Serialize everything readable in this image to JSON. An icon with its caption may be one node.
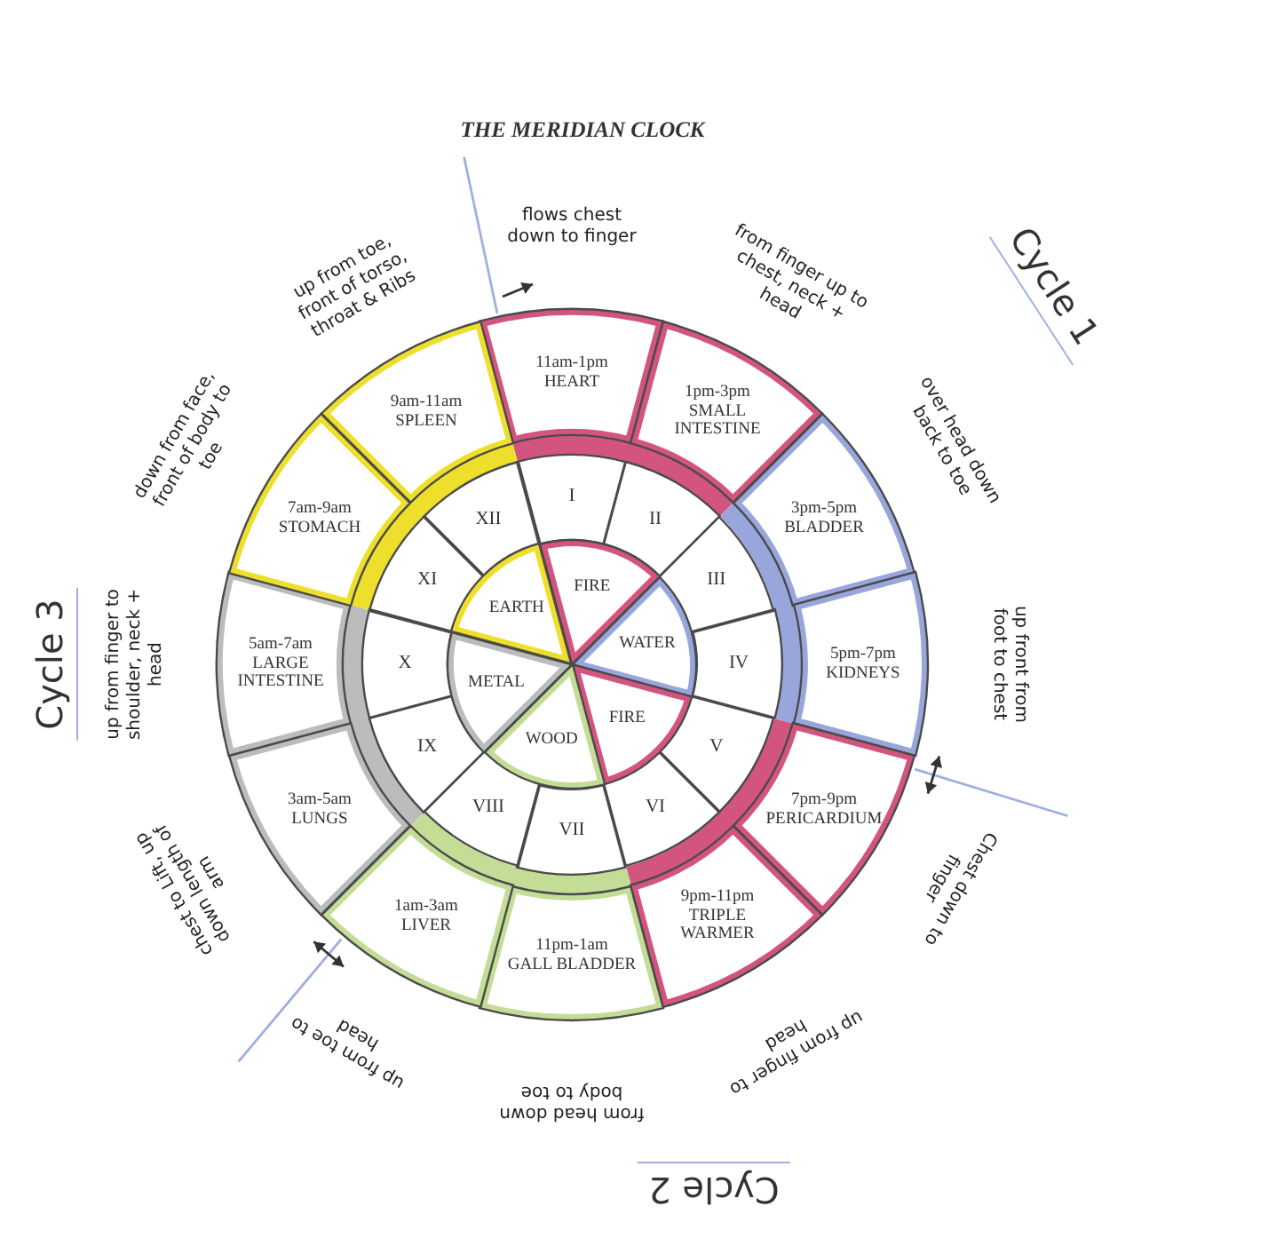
{
  "diagram": {
    "title": "THE MERIDIAN CLOCK",
    "nodes": [
      {
        "text": [
          "11am-1pm",
          "HEART"
        ],
        "beside": [
          "flows chest down to finger"
        ]
      },
      {
        "text": [
          "1pm-3pm",
          "SMALL INTESTINE"
        ],
        "beside": [
          "from finger up to chest, neck + head"
        ]
      },
      {
        "text": [
          "3pm-5pm",
          "BLADDER"
        ],
        "beside": [
          "over head down back to toe"
        ]
      },
      {
        "text": [
          "5pm-7pm",
          "KIDNEYS"
        ],
        "beside": [
          "up front from foot to chest"
        ]
      },
      {
        "text": [
          "7pm-9pm",
          "PERICARDIUM"
        ],
        "beside": [
          "Chest down to finger"
        ]
      },
      {
        "text": [
          "9pm-11pm",
          "TRIPLE WARMER"
        ],
        "beside": [
          "up from finger to head"
        ]
      },
      {
        "text": [
          "11pm-1am",
          "GALL BLADDER"
        ],
        "beside": [
          "from head down body to toe"
        ]
      },
      {
        "text": [
          "1am-3am",
          "LIVER"
        ],
        "beside": [
          "up from toe to head"
        ]
      },
      {
        "text": [
          "3am-5am",
          "LUNGS"
        ],
        "beside": [
          "chest to Lift, up down length of arm"
        ]
      },
      {
        "text": [
          "5am-7am",
          "LARGE INTESTINE"
        ],
        "beside": [
          "up from finger to shoulder, neck + head"
        ]
      },
      {
        "text": [
          "7am-9am",
          "STOMACH"
        ],
        "beside": [
          "down from face, front of body to toe"
        ]
      },
      {
        "text": [
          "9am-11am",
          "SPLEEN"
        ],
        "beside": [
          "up from toe, front of torso, throat & Ribs"
        ]
      },
      {
        "text": [
          "I"
        ]
      },
      {
        "text": [
          "II"
        ]
      },
      {
        "text": [
          "III"
        ]
      },
      {
        "text": [
          "IV"
        ]
      },
      {
        "text": [
          "V"
        ]
      },
      {
        "text": [
          "VI"
        ]
      },
      {
        "text": [
          "VII"
        ]
      },
      {
        "text": [
          "VIII"
        ]
      },
      {
        "text": [
          "IX"
        ]
      },
      {
        "text": [
          "X"
        ]
      },
      {
        "text": [
          "XI"
        ]
      },
      {
        "text": [
          "XII"
        ]
      },
      {
        "text": [
          "FIRE"
        ]
      },
      {
        "text": [
          "WATER"
        ]
      },
      {
        "text": [
          "FIRE"
        ]
      },
      {
        "text": [
          "WOOD"
        ]
      },
      {
        "text": [
          "METAL"
        ]
      },
      {
        "text": [
          "EARTH"
        ]
      }
    ],
    "labels": [
      "Cycle 1",
      "Cycle 2",
      "Cycle 3"
    ]
  }
}
